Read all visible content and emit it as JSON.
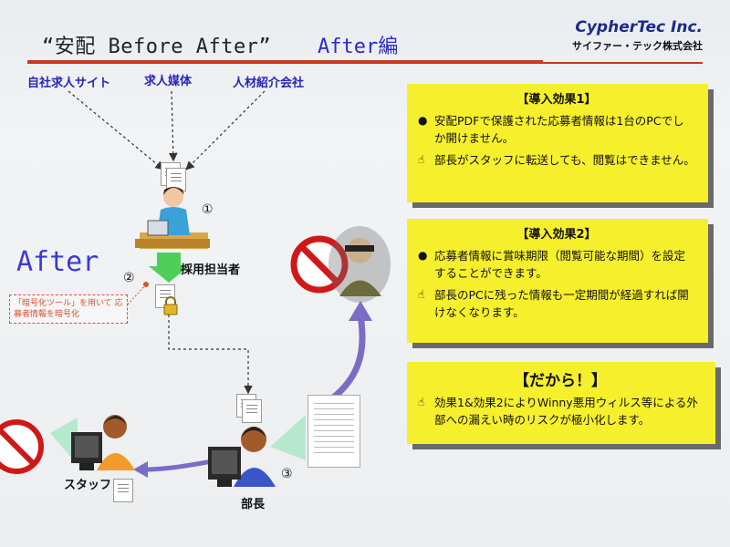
{
  "header": {
    "title": "“安配 Before After”",
    "subtitle": "After編",
    "logo_en": "CypherTec Inc.",
    "logo_jp": "サイファー・テック株式会社"
  },
  "sources": {
    "s1": "自社求人サイト",
    "s2": "求人媒体",
    "s3": "人材紹介会社"
  },
  "diagram": {
    "recruiter_label": "採用担当者",
    "step1": "①",
    "step2": "②",
    "step3": "③",
    "after_label": "After",
    "callout": "「暗号化ツール」を用いて 応募者情報を暗号化",
    "staff_label": "スタッフ",
    "manager_label": "部長"
  },
  "box1": {
    "head": "【導入効果1】",
    "line1": "安配PDFで保護された応募者情報は1台のPCでしか開けません。",
    "line2": "部長がスタッフに転送しても、閲覧はできません。"
  },
  "box2": {
    "head": "【導入効果2】",
    "line1": "応募者情報に賞味期限（閲覧可能な期間）を設定することができます。",
    "line2": "部長のPCに残った情報も一定期間が経過すれば開けなくなります。"
  },
  "box3": {
    "head": "【だから！】",
    "line1": "効果1&効果2によりWinny悪用ウィルス等による外部への漏えい時のリスクが極小化します。"
  },
  "colors": {
    "accent_red": "#c8391f",
    "title_blue": "#2a2ad0",
    "box_yellow": "#f6ef2c",
    "arrow_purple": "#7b6cc6",
    "prohibit_red": "#d01818"
  }
}
